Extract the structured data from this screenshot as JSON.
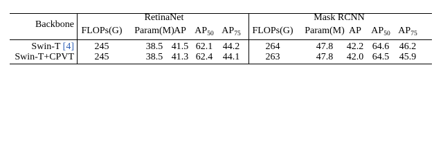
{
  "table": {
    "stub_header": "Backbone",
    "groups": [
      "RetinaNet",
      "Mask RCNN"
    ],
    "columns": [
      {
        "main": "FLOPs(G)",
        "sub": ""
      },
      {
        "main": "Param(M)",
        "sub": ""
      },
      {
        "main": "AP",
        "sub": ""
      },
      {
        "main": "AP",
        "sub": "50"
      },
      {
        "main": "AP",
        "sub": "75"
      }
    ],
    "rows": [
      {
        "backbone": "Swin-T",
        "cite": "[4]",
        "retinanet": [
          "245",
          "38.5",
          "41.5",
          "62.1",
          "44.2"
        ],
        "maskrcnn": [
          "264",
          "47.8",
          "42.2",
          "64.6",
          "46.2"
        ]
      },
      {
        "backbone": "Swin-T+CPVT",
        "cite": "",
        "retinanet": [
          "245",
          "38.5",
          "41.3",
          "62.4",
          "44.1"
        ],
        "maskrcnn": [
          "263",
          "47.8",
          "42.0",
          "64.5",
          "45.9"
        ]
      }
    ],
    "citation_color": "#2e5fb5"
  }
}
